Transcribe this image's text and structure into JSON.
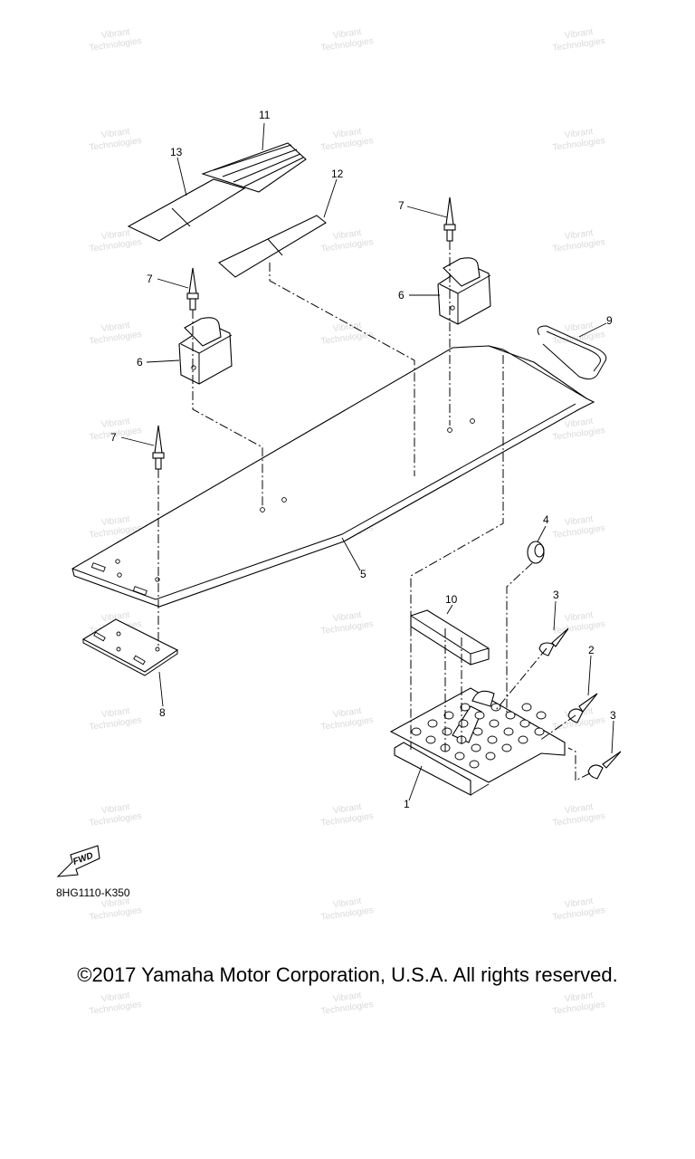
{
  "diagram": {
    "callouts": [
      "11",
      "13",
      "12",
      "7",
      "6",
      "9",
      "7",
      "6",
      "7",
      "5",
      "4",
      "10",
      "3",
      "2",
      "3",
      "8",
      "1"
    ],
    "fwd_label": "FWD",
    "drawing_code": "8HG1110-K350",
    "watermark": [
      "Vibrant",
      "Technologies"
    ]
  },
  "footer": {
    "copyright": "©2017 Yamaha Motor Corporation, U.S.A. All rights reserved."
  }
}
